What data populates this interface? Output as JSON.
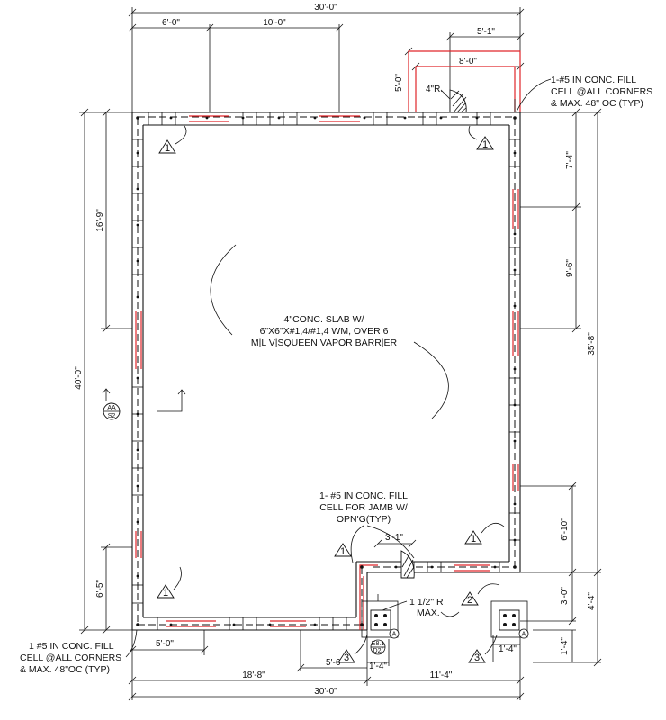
{
  "dimensions": {
    "top_overall": "30'-0\"",
    "top_left_seg": "6'-0\"",
    "top_mid_seg": "10'-0\"",
    "top_right_5_1": "5'-1\"",
    "top_right_8_0": "8'-0\"",
    "vertical_5_0": "5'-0\"",
    "left_16_9": "16'-9\"",
    "left_40_0": "40'-0\"",
    "left_6_5": "6'-5\"",
    "right_7_4": "7'-4\"",
    "right_9_6": "9'-6\"",
    "right_35_8": "35'-8\"",
    "right_6_10": "6'-10\"",
    "right_3_0": "3'-0\"",
    "right_4_4": "4'-4\"",
    "right_1_4_a": "1'-4\"",
    "bottom_5_0": "5'-0\"",
    "bottom_18_8": "18'-8\"",
    "bottom_5_6": "5'-6\"",
    "bottom_1_4": "1'-4\"",
    "bottom_11_4": "11'-4\"",
    "bottom_1_4_right": "1'-4\"",
    "bottom_overall": "30'-0\"",
    "door_3_1": "3'-1\""
  },
  "notes": {
    "radius_4": "4\"R.",
    "corner_note_right": [
      "1-#5 IN CONC. FILL",
      "CELL @ALL CORNERS",
      "& MAX. 48\" OC (TYP)"
    ],
    "slab_note": [
      "4\"CONC. SLAB W/",
      "6\"X6\"X#1,4/#1,4 WM, OVER 6",
      "M|L V|SQUEEN VAPOR BARR|ER"
    ],
    "jamb_note": [
      "1- #5 IN CONC. FILL",
      "CELL FOR JAMB W/",
      "OPN'G(TYP)"
    ],
    "radius_max": [
      "1 1/2\" R",
      "MAX."
    ],
    "corner_note_left": [
      "1 #5 IN CONC. FILL",
      "CELL @ALL CORNERS",
      "& MAX. 48\"OC (TYP)"
    ]
  },
  "tags": {
    "t1": "1",
    "t2": "2",
    "t3": "3",
    "section_top": "AA",
    "section_bottom": "S2",
    "col_a": "A",
    "small_tag_top": "E8.1",
    "small_tag_bottom": "D2/"
  }
}
